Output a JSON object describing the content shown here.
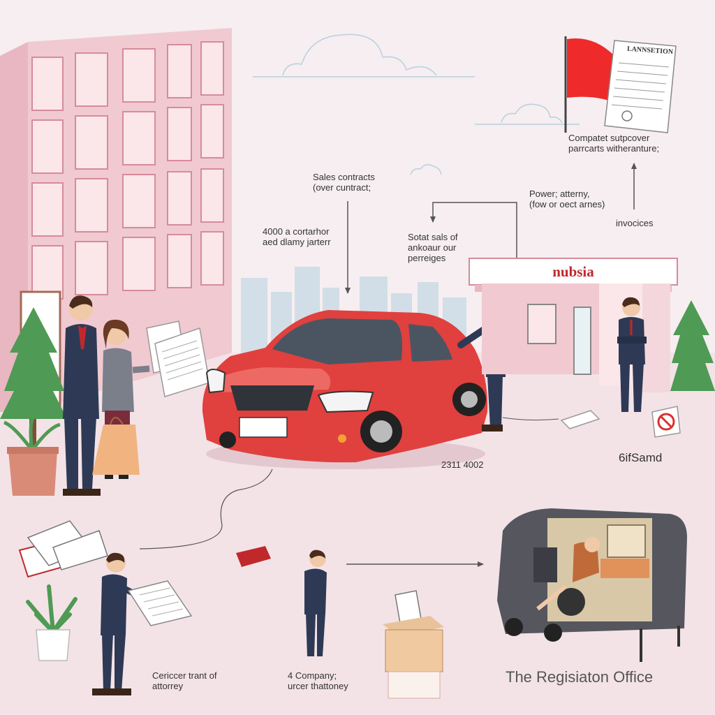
{
  "colors": {
    "background": "#f6eef0",
    "building": "#f1c9d1",
    "car": "#e0403e",
    "flag": "#ee2a2a",
    "suit": "#2e3a55",
    "van": "#55565e",
    "tree": "#4f9a55",
    "sign_text": "#c0282c"
  },
  "labels": {
    "sales_contracts": [
      "Sales contracts",
      "(over cuntract;"
    ],
    "corporation": [
      "4000 a cortarhor",
      "aed dlamy jarterr"
    ],
    "total_sales": [
      "Sotat sals of",
      "ankoaur our",
      "perreiges"
    ],
    "power_attorney": [
      "Power; atterny,",
      "(fow or oect arnes)"
    ],
    "invoices": [
      "invocices"
    ],
    "compliance": [
      "Compatet sutpcover",
      "parrcarts witheranture;"
    ],
    "document_title": "LANNSETION",
    "dealer_sign": "nubsia",
    "plate_number": "2311 4002",
    "brand": "6ifSamd",
    "certificate": [
      "Cericcer trant of",
      "attorrey"
    ],
    "company": [
      "4 Company;",
      "urcer thattoney"
    ],
    "registration_office": "The Regisiaton Office"
  }
}
